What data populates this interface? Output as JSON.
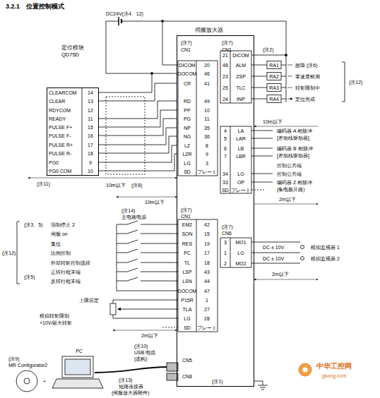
{
  "diagram": {
    "title": "3.2.1　位置控制模式",
    "nodes": [
      {
        "text": [
          "定位模块",
          "QD75D"
        ]
      },
      {
        "text": [
          "伺服放大器"
        ]
      }
    ],
    "edges": [
      {
        "from": 0,
        "to": 1,
        "arrow": "none"
      },
      {
        "from": 0,
        "to": 1,
        "arrow": "none"
      },
      {
        "from": 0,
        "to": 1,
        "arrow": "none"
      },
      {
        "from": 0,
        "to": 1,
        "arrow": "none"
      },
      {
        "from": 0,
        "to": 1,
        "arrow": "none"
      },
      {
        "from": 0,
        "to": 1,
        "arrow": "none"
      },
      {
        "from": 0,
        "to": 1,
        "arrow": "none"
      },
      {
        "from": 0,
        "to": 1,
        "arrow": "none"
      },
      {
        "from": 0,
        "to": 1,
        "arrow": "none"
      }
    ],
    "labels": [
      "DC24V(注4、12)",
      "(注7)",
      "CN1",
      "(注7)",
      "CN1",
      "CLEARCOM",
      "14",
      "CLEAR",
      "13",
      "RDYCOM",
      "12",
      "READY",
      "11",
      "PULSE F+",
      "15",
      "PULSE F-",
      "16",
      "PULSE R+",
      "17",
      "PULSE R-",
      "18",
      "PG0",
      "9",
      "PG0 COM",
      "10",
      "DICOM",
      "20",
      "DOCOM",
      "46",
      "CR",
      "41",
      "RD",
      "49",
      "PP",
      "10",
      "PG",
      "11",
      "NP",
      "35",
      "NG",
      "36",
      "LZ",
      "8",
      "LZR",
      "9",
      "LG",
      "3",
      "SD",
      "プレート",
      "21",
      "DICOM",
      "48",
      "ALM",
      "23",
      "ZSP",
      "25",
      "TLC",
      "24",
      "INP",
      "(注2)",
      "RA1",
      "RA2",
      "RA3",
      "RA4",
      "故障 (注6)",
      "零速度检测",
      "转矩限制中",
      "定位完成",
      "(注12)",
      "10m以下",
      "4",
      "LA",
      "5",
      "LAR",
      "6",
      "LB",
      "7",
      "LBR",
      "34",
      "LG",
      "33",
      "OP",
      "SD",
      "プレート",
      "编码器 A 相脉冲",
      "[差动线驱动器]",
      "编码器 B 相脉冲",
      "[差动线驱动器]",
      "控制公共端",
      "控制公共端",
      "编码器 Z 相脉冲",
      "(集电极开路)",
      "2m以下",
      "(注11)",
      "10m以下",
      "(注8)",
      "10m以下",
      "(注14)",
      "主电路电源",
      "(注7)",
      "CN1",
      "EM2",
      "42",
      "SON",
      "15",
      "RES",
      "19",
      "PC",
      "17",
      "TL",
      "18",
      "LSP",
      "43",
      "LSN",
      "44",
      "DOCOM",
      "47",
      "P15R",
      "1",
      "TLA",
      "27",
      "LG",
      "28",
      "SD",
      "プレート",
      "(注3、5)",
      "强制停止 2",
      "伺服 on",
      "复位",
      "比例控制",
      "外部转矩控制选择",
      "正转行程末端",
      "反转行程末端",
      "(注12)",
      "(注5)",
      "上限设定",
      "模拟转矩限制",
      "+10V/最大转矩",
      "2m以下",
      "(注7)",
      "CN6",
      "3",
      "MO1",
      "1",
      "LG",
      "2",
      "MO2",
      "DC ± 10V",
      "DC ± 10V",
      "模拟监视器 1",
      "模拟监视器 2",
      "2m以下",
      "PC",
      "(注9)",
      "MR Configurator2",
      "+",
      "(注10)",
      "USB 电缆",
      "(选购)",
      "CN5",
      "CN8",
      "(注13)",
      "短路连接器",
      "(伺服放大器附件)",
      "(注1)",
      "中华工控网",
      "gkong.com"
    ]
  }
}
